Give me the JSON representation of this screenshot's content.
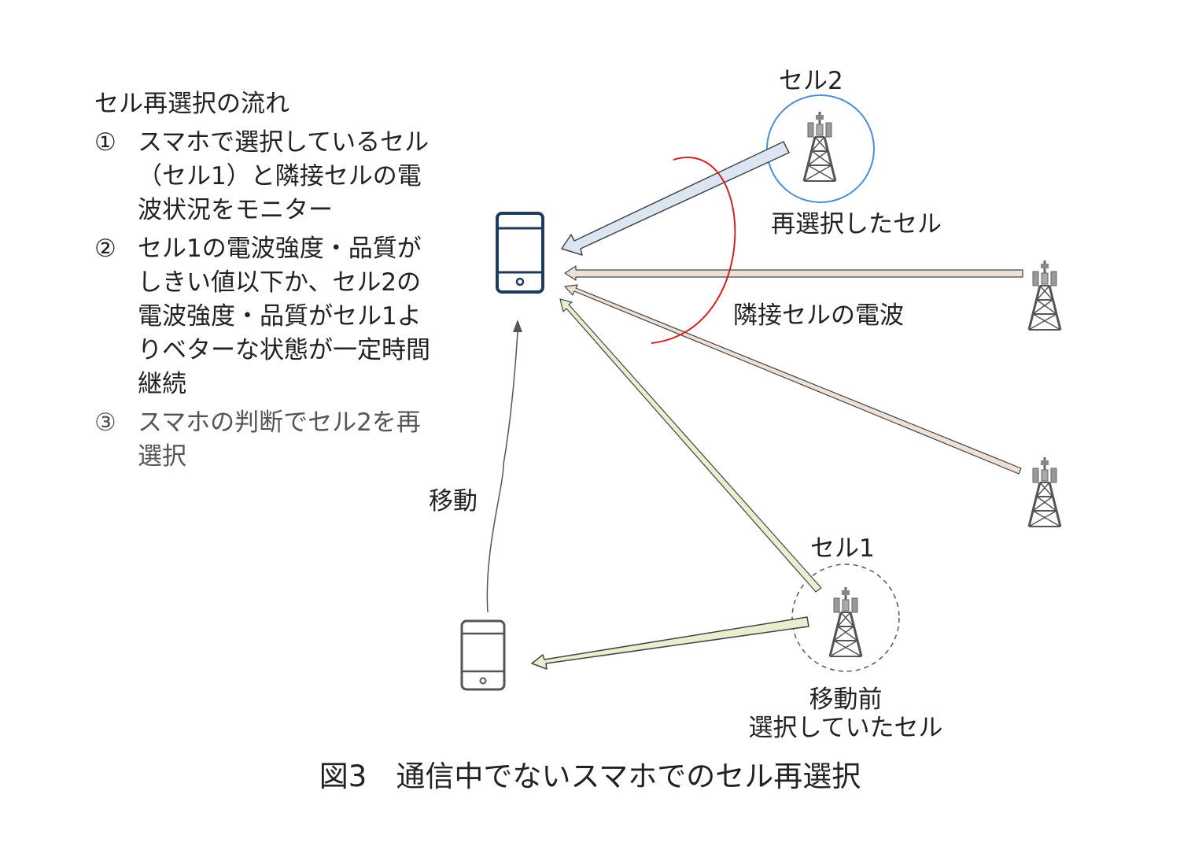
{
  "steps": {
    "title": "セル再選択の流れ",
    "items": [
      {
        "num": "①",
        "text": "スマホで選択しているセル（セル1）と隣接セルの電波状況をモニター"
      },
      {
        "num": "②",
        "text": "セル1の電波強度・品質がしきい値以下か、セル2の電波強度・品質がセル1よりベターな状態が一定時間継続"
      },
      {
        "num": "③",
        "text": "スマホの判断でセル2を再選択"
      }
    ]
  },
  "labels": {
    "cell2": "セル2",
    "reselected": "再選択したセル",
    "neighbor_wave": "隣接セルの電波",
    "move": "移動",
    "cell1": "セル1",
    "before_move_line1": "移動前",
    "before_move_line2": "選択していたセル"
  },
  "caption": "図3　通信中でないスマホでのセル再選択",
  "colors": {
    "phone_current": "#1f3b5c",
    "phone_old": "#555555",
    "arrow_cell2": "#dce6f3",
    "arrow_cell1": "#e6efce",
    "arrow_neighbor": "#efe0d6",
    "cell2_circle": "#4a8fd6",
    "red_arc": "#d42020"
  }
}
